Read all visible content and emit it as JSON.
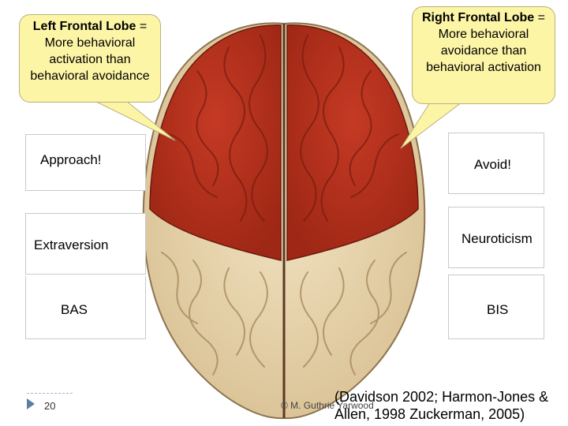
{
  "callouts": {
    "left": {
      "bold": "Left Frontal Lobe",
      "text": " = More behavioral activation than behavioral avoidance"
    },
    "right": {
      "bold": "Right Frontal Lobe",
      "text": " = More behavioral avoidance than behavioral activation"
    }
  },
  "left_boxes": {
    "approach": "Approach!",
    "extraversion": "Extraversion",
    "bas": "BAS"
  },
  "right_boxes": {
    "avoid": "Avoid!",
    "neuroticism": "Neuroticism",
    "bis": "BIS"
  },
  "footer": {
    "slide_number": "20",
    "copyright": "© M. Guthrie Yarwood",
    "citation": "(Davidson 2002; Harmon-Jones & Allen, 1998 Zuckerman, 2005)"
  },
  "colors": {
    "frontal_lobe": "#b8301e",
    "brain_tissue": "#ead7b0",
    "callout_fill": "#fdf5a6"
  }
}
